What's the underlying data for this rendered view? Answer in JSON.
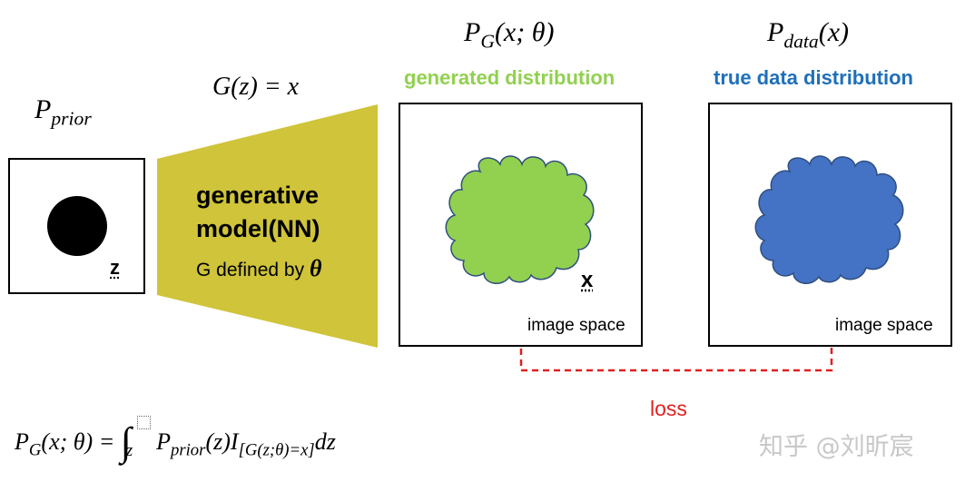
{
  "prior": {
    "symbol": "P",
    "sub": "prior",
    "z_label": "z"
  },
  "generator": {
    "eq_left": "G(z) = x",
    "line1": "generative",
    "line2": "model(NN)",
    "line3": "G defined by",
    "theta": "θ",
    "fill": "#cfc43a"
  },
  "generated": {
    "formula_p": "P",
    "formula_sub": "G",
    "formula_args": "(x; θ)",
    "title": "generated distribution",
    "title_color": "#92d050",
    "x_label": "x",
    "space_label": "image space",
    "cloud_color": "#92d050"
  },
  "true_data": {
    "formula_p": "P",
    "formula_sub": "data",
    "formula_args": "(x)",
    "title": "true data distribution",
    "title_color": "#1f6fba",
    "space_label": "image space",
    "cloud_color": "#4472c4"
  },
  "loss": {
    "label": "loss",
    "color": "#e02020"
  },
  "bottom_formula": {
    "lhs_p": "P",
    "lhs_sub": "G",
    "lhs_args": "(x; θ) =",
    "integral": "∫",
    "int_sub": "z",
    "term_p": "P",
    "term_sub": "prior",
    "term_args": "(z)",
    "ind": "I",
    "ind_sub": "[G(z;θ)=x]",
    "dz": "dz"
  },
  "watermark": "知乎 @刘昕宸"
}
